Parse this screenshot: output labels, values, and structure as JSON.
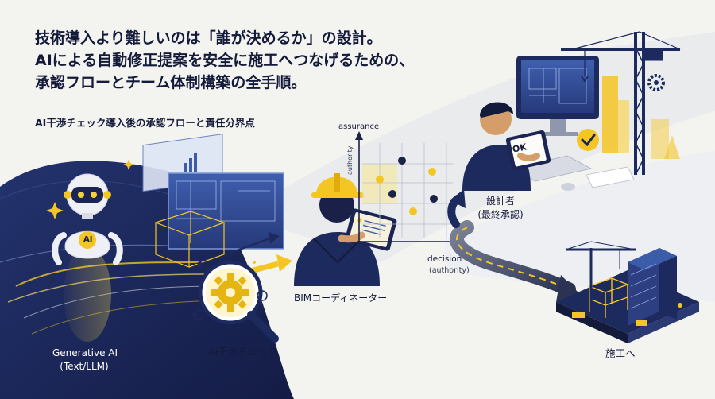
{
  "headline": {
    "line1": "技術導入より難しいのは「誰が決めるか」の設計。",
    "line2": "AIによる自動修正提案を安全に施工へつなげるための、",
    "line3": "承認フローとチーム体制構築の全手順。"
  },
  "subtitle": "AI干渉チェック導入後の承認フローと責任分界点",
  "stages": {
    "ai": {
      "label_line1": "Generative AI",
      "label_line2": "(Text/LLM)",
      "badge": "AI"
    },
    "check": {
      "label": "AI干渉チェック"
    },
    "coordinator": {
      "label": "BIMコーディネーター"
    },
    "designer": {
      "label_line1": "設計者",
      "label_line2": "(最終承認)",
      "ok_text": "OK"
    },
    "construction": {
      "label": "施工へ"
    }
  },
  "matrix": {
    "y_label": "assurance",
    "y_sublabel": "authority",
    "x_label": "decision",
    "x_sublabel": "(authority)"
  },
  "colors": {
    "navy": "#1d2a5e",
    "navy_dark": "#141a3a",
    "yellow": "#f2c318",
    "light_bg": "#f3f3f0",
    "blueprint": "#3b5ca8"
  }
}
